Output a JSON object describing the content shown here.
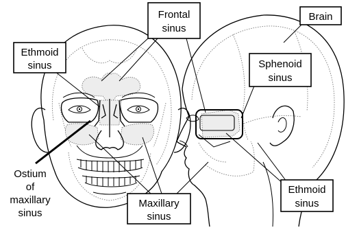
{
  "labels": {
    "frontal": [
      "Frontal",
      "sinus"
    ],
    "brain": [
      "Brain"
    ],
    "ethmoid_left": [
      "Ethmoid",
      "sinus"
    ],
    "sphenoid": [
      "Sphenoid",
      "sinus"
    ],
    "ostium": [
      "Ostium",
      "of",
      "maxillary",
      "sinus"
    ],
    "maxillary": [
      "Maxillary",
      "sinus"
    ],
    "ethmoid_right": [
      "Ethmoid",
      "sinus"
    ]
  }
}
